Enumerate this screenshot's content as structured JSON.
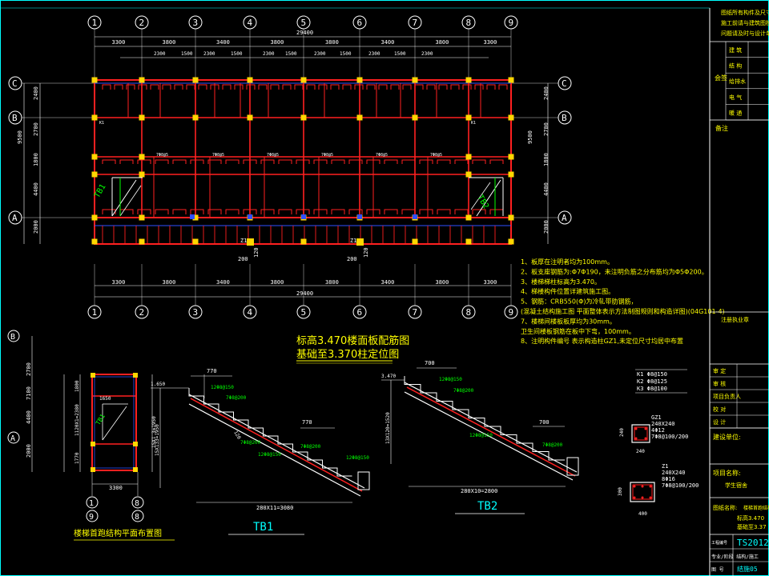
{
  "grid": {
    "top_axes": [
      "1",
      "2",
      "3",
      "4",
      "5",
      "6",
      "7",
      "8",
      "9"
    ],
    "bottom_axes": [
      "1",
      "2",
      "3",
      "4",
      "5",
      "6",
      "7",
      "8",
      "9"
    ],
    "left_axes": [
      "C",
      "B",
      "A"
    ],
    "right_axes": [
      "C",
      "B",
      "A"
    ]
  },
  "top_dims": {
    "total": "29400",
    "spans": [
      "3300",
      "3800",
      "3400",
      "3800",
      "3800",
      "3400",
      "3800",
      "3300"
    ],
    "sub": [
      "2300",
      "1500",
      "2300",
      "1500",
      "2300",
      "1500",
      "2300",
      "1500",
      "2300",
      "1500",
      "2300"
    ]
  },
  "bottom_dims": {
    "spans": [
      "3300",
      "3800",
      "3400",
      "3800",
      "3800",
      "3400",
      "3800",
      "3300"
    ],
    "total": "29400"
  },
  "left_dims": [
    "2400",
    "2700",
    "9500",
    "1800",
    "4400",
    "2000"
  ],
  "right_dims": [
    "2400",
    "2700",
    "9500",
    "1800",
    "4400",
    "2000"
  ],
  "plan_labels": {
    "col_z1_left": "Z1",
    "col_z1_right": "Z1",
    "dim_200a": "200",
    "dim_200b": "200",
    "dim_120a": "120",
    "dim_120b": "120",
    "tb1_left": "TB1",
    "tb2_right": "TB2",
    "k1": "K1",
    "slab": "7Φ8@5"
  },
  "notes": [
    "1、板厚在注明者均为100mm。",
    "2、板支座钢筋为:Φ7Φ190，未注明负筋之分布筋均为Φ5Φ200。",
    "3、楼梯梯柱标高为3.470。",
    "4、梯楼构件位置详建筑施工图。",
    "5、钢筋：CRB550(Φ)为冷轧带肋钢筋，",
    "(混凝土结构施工图 平面整体表示方法制图规则和构造详图)(04G101-4)",
    "7、楼梯间楼板板厚均为30mm。",
    "   卫生间楼板钢筋在板中下弯，100mm。",
    "8、注明构件编号  表示构造柱GZ1,未定位尺寸均居中布置"
  ],
  "plan_title_1": "标高3.470楼面板配筋图",
  "plan_title_2": "基础至3.370柱定位图",
  "lower_axes": {
    "left_vertical": [
      "B",
      "A"
    ],
    "bottom_numbers": [
      "1",
      "8",
      "9",
      "8"
    ],
    "dims_v": [
      "2700",
      "7100",
      "4400",
      "2000"
    ],
    "dims_inner": [
      "1800",
      "1120X1=2380",
      "1770"
    ],
    "dim_3300": "3300",
    "dim_1650": "1650",
    "stair_tag": "TB1",
    "stair_height": "15X1 3=1950"
  },
  "stair_plan_title": "楼梯首跑结构平面布置图",
  "tb1": {
    "label": "TB1",
    "elev": "1.650",
    "dim_top": "770",
    "dim_770b": "770",
    "height_dim": "15X133=1950",
    "run_dim": "280X11=3080",
    "bar_a": "12Φ8@150",
    "bar_b": "7Φ8@200",
    "bar_c": "7Φ8@200",
    "bar_d": "12Φ8@150",
    "bar_e": "12Φ8@150",
    "bar_f": "7Φ8@200",
    "dim_120": "120"
  },
  "tb2": {
    "label": "TB2",
    "elev": "3.470",
    "dim_top": "700",
    "dim_700b": "700",
    "height_dim": "13X120=1520",
    "run_dim": "280X10=2800",
    "bar_a": "12Φ8@150",
    "bar_b": "7Φ8@200",
    "bar_c": "12Φ8@150",
    "bar_d": "7Φ8@200"
  },
  "legend_k": [
    "K1 Φ8@150",
    "K2 Φ8@125",
    "K3 Φ8@100"
  ],
  "gz1": {
    "name": "GZ1",
    "size": "240X240",
    "bars": "4Φ12",
    "stirrup": "7Φ8@100/200",
    "dim_240v": "240",
    "dim_240h": "240"
  },
  "z1": {
    "name": "Z1",
    "size": "240X240",
    "bars": "8Φ16",
    "stirrup": "7Φ8@100/200",
    "dim_300": "300",
    "dim_400": "400"
  },
  "title_block": {
    "top_note": [
      "图纸所有构件及尺寸请以标注为准",
      "施工前请与建筑图核对，施工中如有",
      "问题请及时与设计单位联系"
    ],
    "rows": [
      "建 筑",
      "结 构",
      "给排水",
      "电 气",
      "暖 通"
    ],
    "sign_side": "会签",
    "remarks": "备注",
    "reg_seal": "注册执业章",
    "roles": [
      "审 定",
      "审 核",
      "项目负责人",
      "校 对",
      "设 计"
    ],
    "design_unit": "建设单位:",
    "project_name": "项目名称:",
    "project_value": "学生宿舍",
    "drawing_name": "图纸名称:",
    "drawing_value_1": "楼梯首跑结构",
    "drawing_value_2": "标高3.470",
    "drawing_value_3": "基础至3.37",
    "proj_no_label": "工程编号",
    "proj_no": "TS2012",
    "discipline": "专业/阶段 结构/施工",
    "sheet_label": "图 号",
    "sheet_no": "结施05"
  },
  "colors": {
    "bg": "#000000",
    "frame": "#ffffff",
    "wall": "#ff2020",
    "column": "#ffd700",
    "rebar": "#ff2020",
    "dim": "#ffffff",
    "text_yellow": "#ffff00",
    "text_green": "#00ff00",
    "cyan": "#00ffff",
    "blue": "#3050ff"
  }
}
